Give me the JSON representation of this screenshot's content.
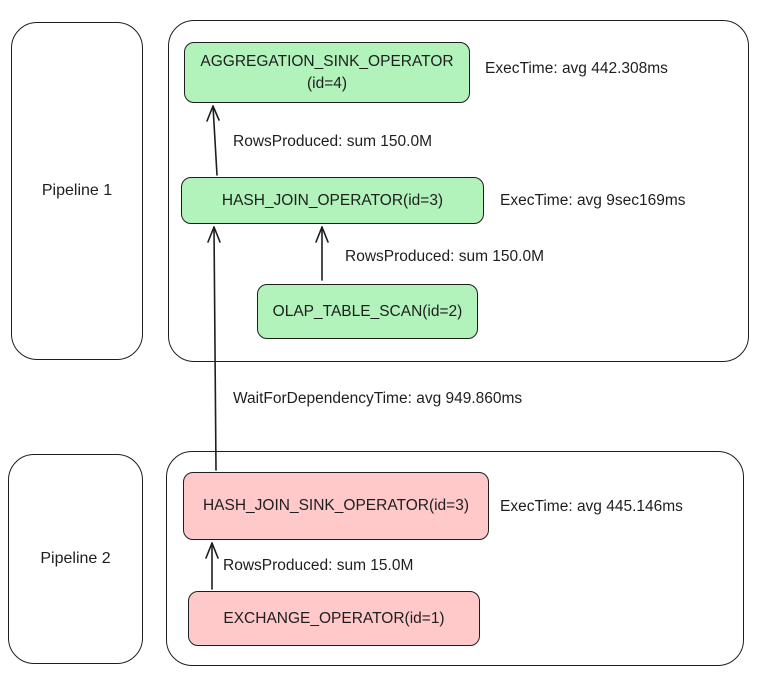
{
  "pipelines": [
    {
      "label": "Pipeline 1",
      "operators": {
        "aggregation_sink": {
          "name": "AGGREGATION_SINK_OPERATOR",
          "id_text": "(id=4)",
          "exec_time": "ExecTime: avg 442.308ms"
        },
        "hash_join": {
          "name": "HASH_JOIN_OPERATOR(id=3)",
          "exec_time": "ExecTime: avg 9sec169ms"
        },
        "olap_table_scan": {
          "name": "OLAP_TABLE_SCAN(id=2)"
        }
      },
      "edges": {
        "hash_join_to_aggregation": "RowsProduced: sum 150.0M",
        "scan_to_hash_join": "RowsProduced: sum 150.0M"
      }
    },
    {
      "label": "Pipeline 2",
      "operators": {
        "hash_join_sink": {
          "name": "HASH_JOIN_SINK_OPERATOR(id=3)",
          "exec_time": "ExecTime: avg 445.146ms"
        },
        "exchange": {
          "name": "EXCHANGE_OPERATOR(id=1)"
        }
      },
      "edges": {
        "exchange_to_sink": "RowsProduced: sum 15.0M"
      }
    }
  ],
  "cross_edge": "WaitForDependencyTime: avg 949.860ms",
  "colors": {
    "pipeline1_op": "#b2f2bb",
    "pipeline2_op": "#ffc9c9",
    "stroke": "#1e1e1e"
  }
}
